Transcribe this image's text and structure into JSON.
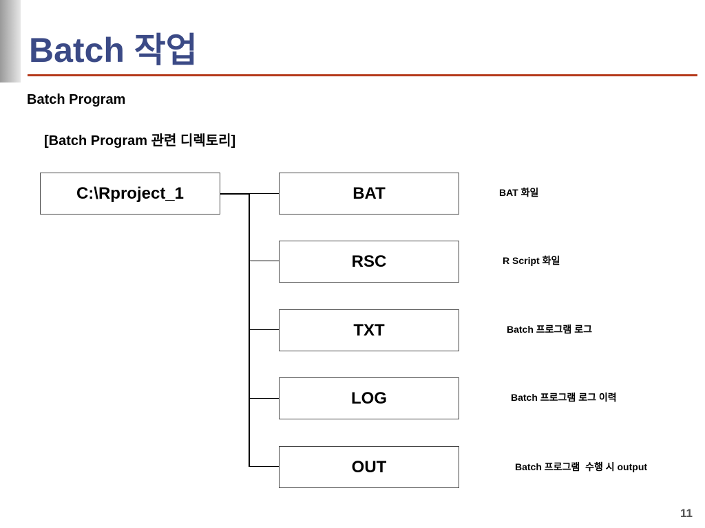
{
  "slide": {
    "title": "Batch 작업",
    "heading": "Batch Program",
    "subheading": "[Batch Program 관련 디렉토리]",
    "page_number": "11"
  },
  "tree": {
    "root": "C:\\Rproject_1",
    "children": [
      {
        "label": "BAT",
        "note": "BAT 화일"
      },
      {
        "label": "RSC",
        "note": "R Script 화일"
      },
      {
        "label": "TXT",
        "note": "Batch 프로그램 로그"
      },
      {
        "label": "LOG",
        "note": "Batch 프로그램 로그 이력"
      },
      {
        "label": "OUT",
        "note": "Batch 프로그램  수행 시 output"
      }
    ]
  }
}
